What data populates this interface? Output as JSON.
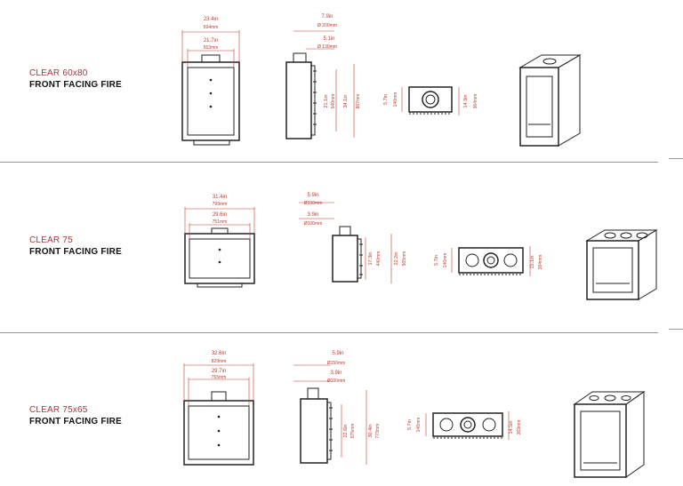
{
  "sections": [
    {
      "series": "CLEAR 60x80",
      "type": "FRONT FACING FIRE",
      "front": {
        "outer_in": "23.4in",
        "outer_mm": "594mm",
        "inner_in": "21.7in",
        "inner_mm": "553mm"
      },
      "side": {
        "flue_in": "7.9in",
        "flue_mm": "Ø 200mm",
        "spigot_in": "5.1in",
        "spigot_mm": "Ø 130mm",
        "h1_in": "21.1in",
        "h1_mm": "540mm",
        "h2_in": "34.1in",
        "h2_mm": "867mm"
      },
      "plan": {
        "a_in": "5.7in",
        "a_mm": "146mm",
        "b_in": "14.3in",
        "b_mm": "364mm"
      }
    },
    {
      "series": "CLEAR 75",
      "type": "FRONT FACING FIRE",
      "front": {
        "outer_in": "31.4in",
        "outer_mm": "799mm",
        "inner_in": "29.6in",
        "inner_mm": "751mm"
      },
      "side": {
        "flue_in": "5.9in",
        "flue_mm": "Ø150mm",
        "spigot_in": "3.9in",
        "spigot_mm": "Ø100mm",
        "h1_in": "17.3in",
        "h1_mm": "440mm",
        "h2_in": "22.2in",
        "h2_mm": "565mm"
      },
      "plan": {
        "a_in": "5.7in",
        "a_mm": "146mm",
        "b_in": "15.1in",
        "b_mm": "384mm"
      }
    },
    {
      "series": "CLEAR 75x65",
      "type": "FRONT FACING FIRE",
      "front": {
        "outer_in": "32.6in",
        "outer_mm": "829mm",
        "inner_in": "29.7in",
        "inner_mm": "755mm"
      },
      "side": {
        "flue_in": "5.9in",
        "flue_mm": "Ø150mm",
        "spigot_in": "3.9in",
        "spigot_mm": "Ø100mm",
        "h1_in": "22.6in",
        "h1_mm": "575mm",
        "h2_in": "30.4in",
        "h2_mm": "773mm"
      },
      "plan": {
        "a_in": "5.7in",
        "a_mm": "146mm",
        "b_in": "14.5in",
        "b_mm": "369mm"
      }
    }
  ],
  "colors": {
    "accent": "#c0392b",
    "line": "#222222",
    "divider": "#9a9a9a"
  }
}
